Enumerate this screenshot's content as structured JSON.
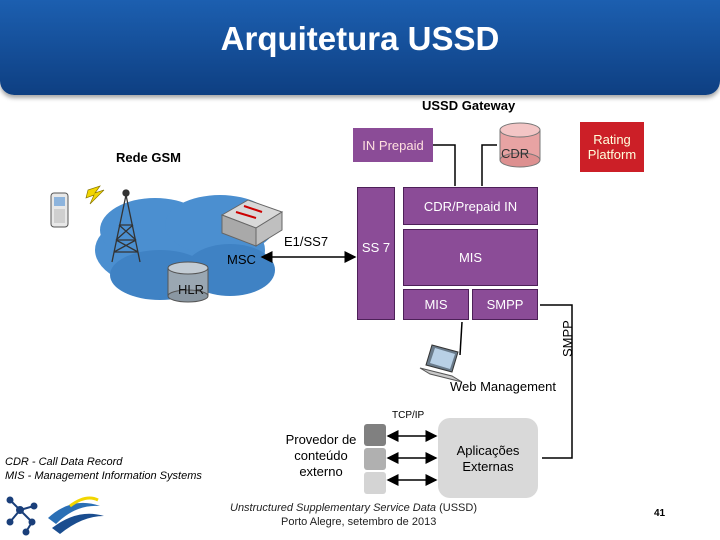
{
  "title": "Arquitetura USSD",
  "labels": {
    "ussd_gateway": "USSD Gateway",
    "rede_gsm": "Rede GSM",
    "e1_ss7": "E1/SS7",
    "msc": "MSC",
    "hlr": "HLR",
    "cdr": "CDR",
    "tcp_ip": "TCP/IP",
    "smpp_vertical": "SMPP",
    "web_management": "Web Management",
    "provedor": "Provedor de conteúdo externo"
  },
  "boxes": {
    "in_prepaid": "IN Prepaid",
    "rating_platform": "Rating Platform",
    "cdr_prepaid_in": "CDR/Prepaid IN",
    "ss7": "SS 7",
    "mis_large": "MIS",
    "mis_small": "MIS",
    "smpp": "SMPP",
    "aplicacoes_externas": "Aplicações Externas"
  },
  "legend": {
    "cdr_line": "CDR - Call Data Record",
    "mis_line": "MIS - Management Information Systems"
  },
  "footer": {
    "line1_italic": "Unstructured Supplementary Service Data",
    "line1_rest": " (USSD)",
    "line2": "Porto Alegre, setembro de 2013",
    "page_number": "41"
  },
  "colors": {
    "purple": "#8b4c97",
    "red": "#cc1f27",
    "header": "#1a5aa8"
  }
}
